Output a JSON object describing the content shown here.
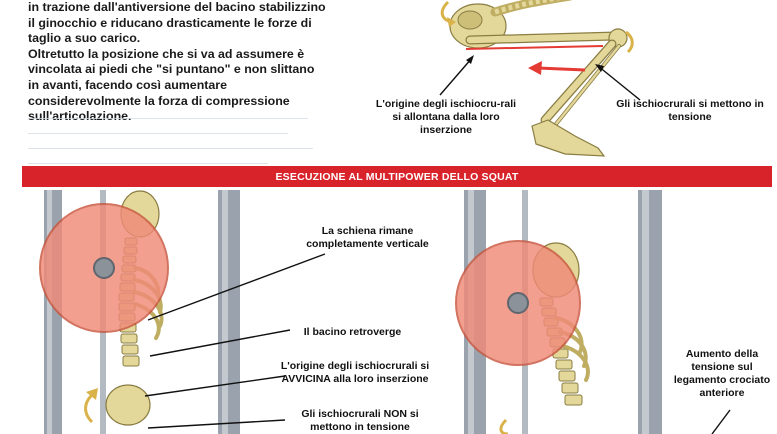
{
  "intro_text": "in trazione dall'antiversione del bacino stabilizzino il ginocchio e riducano drasticamente le forze di taglio a suo carico.\nOltretutto la posizione che si va ad assumere è vincolata ai piedi che \"si puntano\" e non slittano in avanti, facendo così aumentare considerevolmente la forza di compressione sull'articolazione.",
  "top_labels": {
    "origin_away": "L'origine degli ischiocru-rali si allontana dalla loro inserzione",
    "hamstrings_tension": "Gli ischiocrurali si mettono in tensione"
  },
  "banner_title": "ESECUZIONE AL MULTIPOWER DELLO SQUAT",
  "bottom_labels": {
    "back_vertical": "La schiena rimane completamente verticale",
    "pelvis_retro": "Il bacino retroverge",
    "origin_closer": "L'origine degli ischiocrurali si AVVICINA alla loro inserzione",
    "no_tension": "Gli ischiocrurali NON si mettono in tensione",
    "acl_tension": "Aumento della tensione sul legamento crociato anteriore"
  },
  "colors": {
    "banner": "#d9232a",
    "plate": "#f08a78",
    "bone": "#e3d79a",
    "bar": "#9aa3ad",
    "arrow_red": "#e53b35"
  }
}
